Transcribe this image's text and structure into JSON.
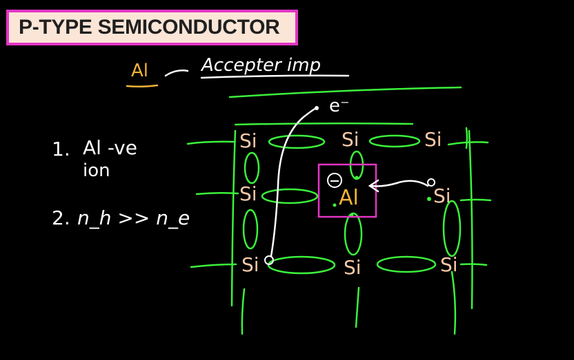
{
  "title": "P-TYPE SEMICONDUCTOR",
  "top_note": {
    "element": "Al",
    "dash": "—",
    "text": "Accepter imp"
  },
  "notes": [
    {
      "number": "1.",
      "text_line1": "Al -ve",
      "text_line2": "ion"
    },
    {
      "number": "2.",
      "text": "n_h >> n_e"
    }
  ],
  "electron_label": "e⁻",
  "lattice": {
    "atoms": [
      "Si",
      "Si",
      "Si",
      "Si",
      "Al",
      "Si",
      "Si",
      "Si",
      "Si"
    ],
    "impurity": "Al",
    "impurity_charge": "−"
  },
  "colors": {
    "background": "#000000",
    "title_fill": "#fbe5d6",
    "title_border": "#e335c5",
    "bond_green": "#3cf23c",
    "si_text": "#f7c9a7",
    "al_text": "#f3b13a",
    "highlight_box": "#e335c5",
    "chalk": "#ffffff"
  }
}
